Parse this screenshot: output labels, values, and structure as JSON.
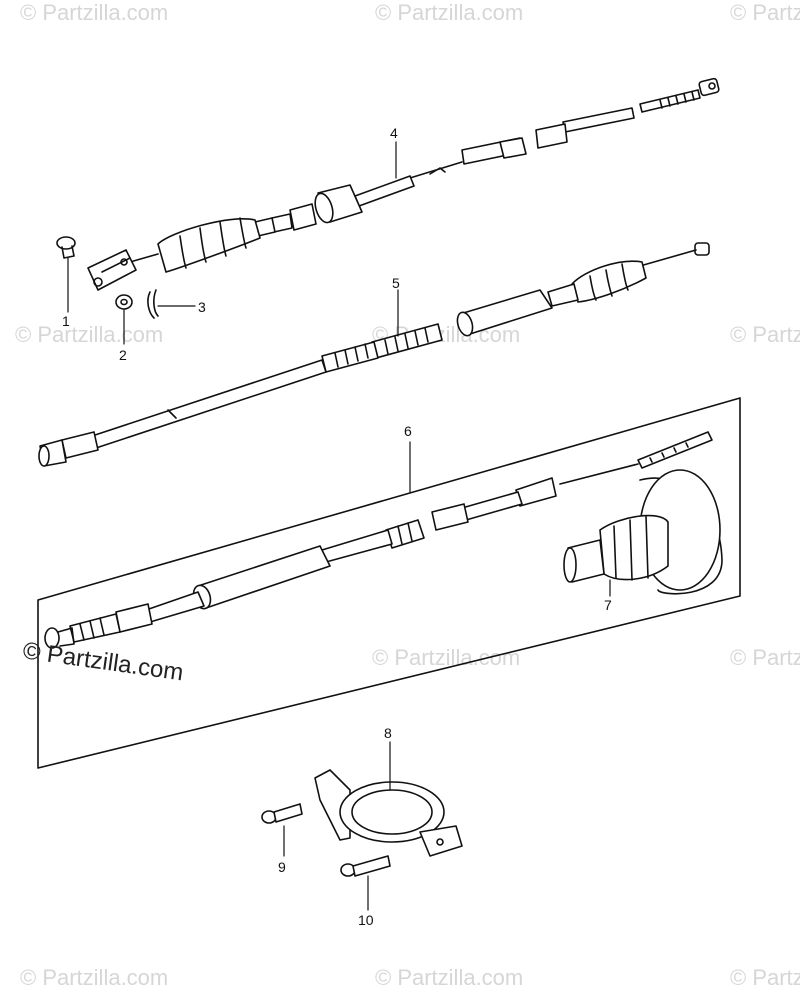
{
  "watermark": {
    "text": "© Partzilla.com",
    "main_text": "© Partzilla.com",
    "color": "#d6d6d6"
  },
  "callouts": {
    "c1": "1",
    "c2": "2",
    "c3": "3",
    "c4": "4",
    "c5": "5",
    "c6": "6",
    "c7": "7",
    "c8": "8",
    "c9": "9",
    "c10": "10"
  },
  "colors": {
    "line": "#111111",
    "background": "#ffffff"
  }
}
